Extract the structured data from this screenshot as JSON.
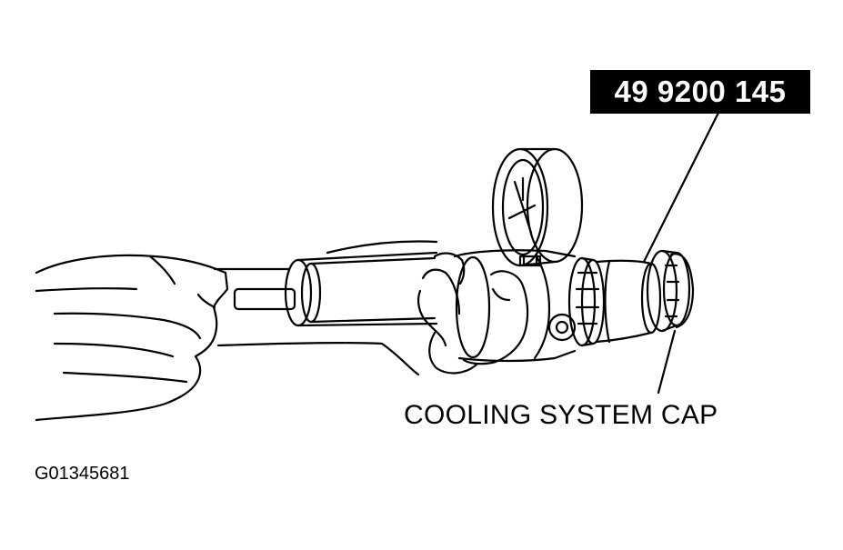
{
  "diagram": {
    "part_number": "49 9200 145",
    "callout_label": "COOLING SYSTEM CAP",
    "figure_id": "G01345681"
  },
  "colors": {
    "ink": "#000000",
    "paper": "#ffffff"
  },
  "icons": {
    "tester": "radiator-pressure-tester-icon",
    "gauge": "pressure-gauge-icon",
    "hands": "hand-icon"
  }
}
